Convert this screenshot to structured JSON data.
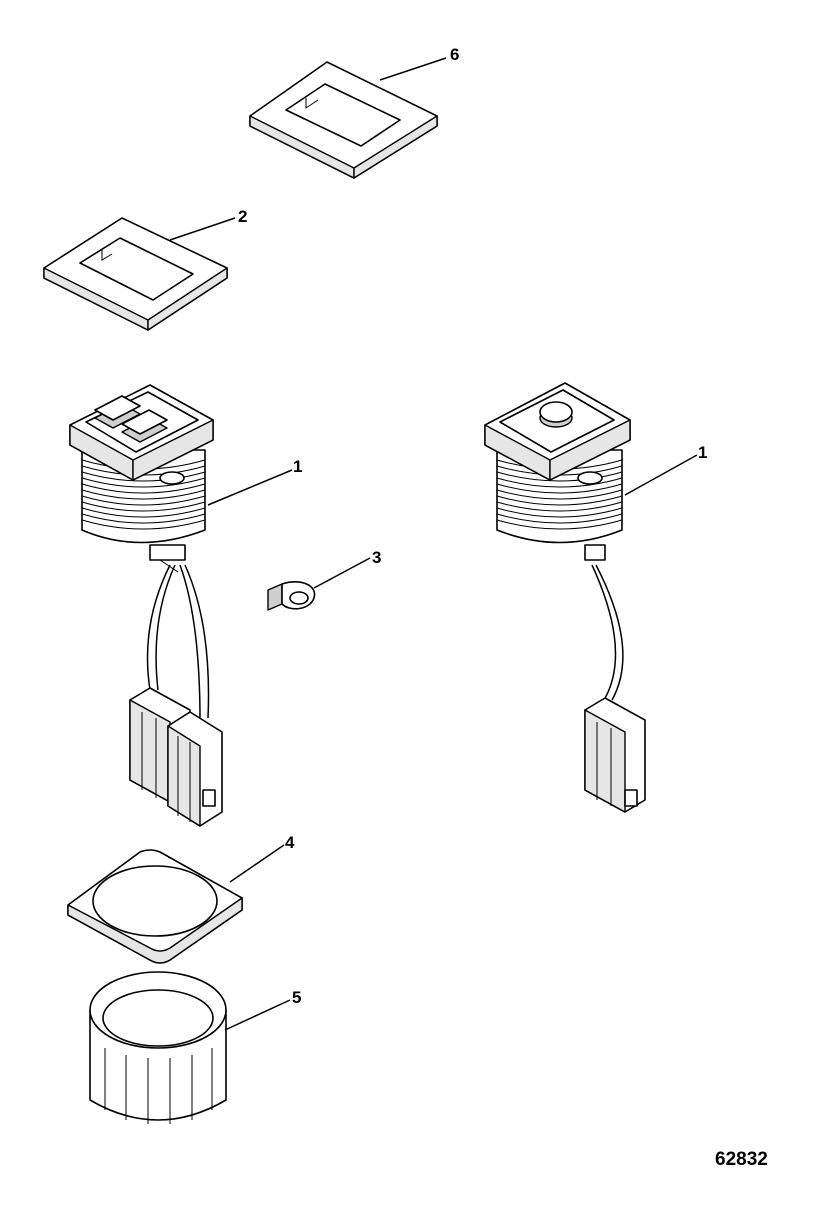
{
  "figure_number": "62832",
  "callouts": {
    "c1": "1",
    "c1b": "1",
    "c2": "2",
    "c3": "3",
    "c4": "4",
    "c5": "5",
    "c6": "6"
  },
  "parts": [
    {
      "callout": "1",
      "item": "switch-dual-button-icon"
    },
    {
      "callout": "1",
      "item": "switch-single-button-icon"
    },
    {
      "callout": "2",
      "item": "bezel-small-icon"
    },
    {
      "callout": "3",
      "item": "clip-icon"
    },
    {
      "callout": "4",
      "item": "gasket-icon"
    },
    {
      "callout": "5",
      "item": "nut-icon"
    },
    {
      "callout": "6",
      "item": "bezel-large-icon"
    }
  ]
}
